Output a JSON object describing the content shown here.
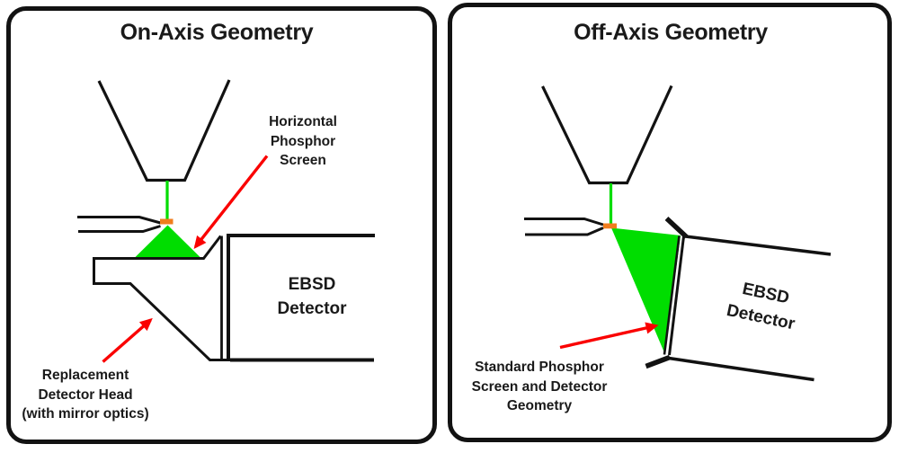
{
  "colors": {
    "line_black": "#121212",
    "beam_green": "#00dd00",
    "screen_green": "#00dd00",
    "sample_orange": "#f07d1d",
    "arrow_red": "#fa0000"
  },
  "left_panel": {
    "title": "On-Axis Geometry",
    "labels": {
      "phosphor": {
        "lines": [
          "Horizontal",
          "Phosphor",
          "Screen"
        ]
      },
      "detector": {
        "lines": [
          "EBSD",
          "Detector"
        ]
      },
      "replacement": {
        "lines": [
          "Replacement",
          "Detector Head",
          "(with mirror optics)"
        ]
      }
    }
  },
  "right_panel": {
    "title": "Off-Axis Geometry",
    "labels": {
      "detector": {
        "lines": [
          "EBSD",
          "Detector"
        ]
      },
      "standard": {
        "lines": [
          "Standard Phosphor",
          "Screen and Detector",
          "Geometry"
        ]
      }
    }
  }
}
